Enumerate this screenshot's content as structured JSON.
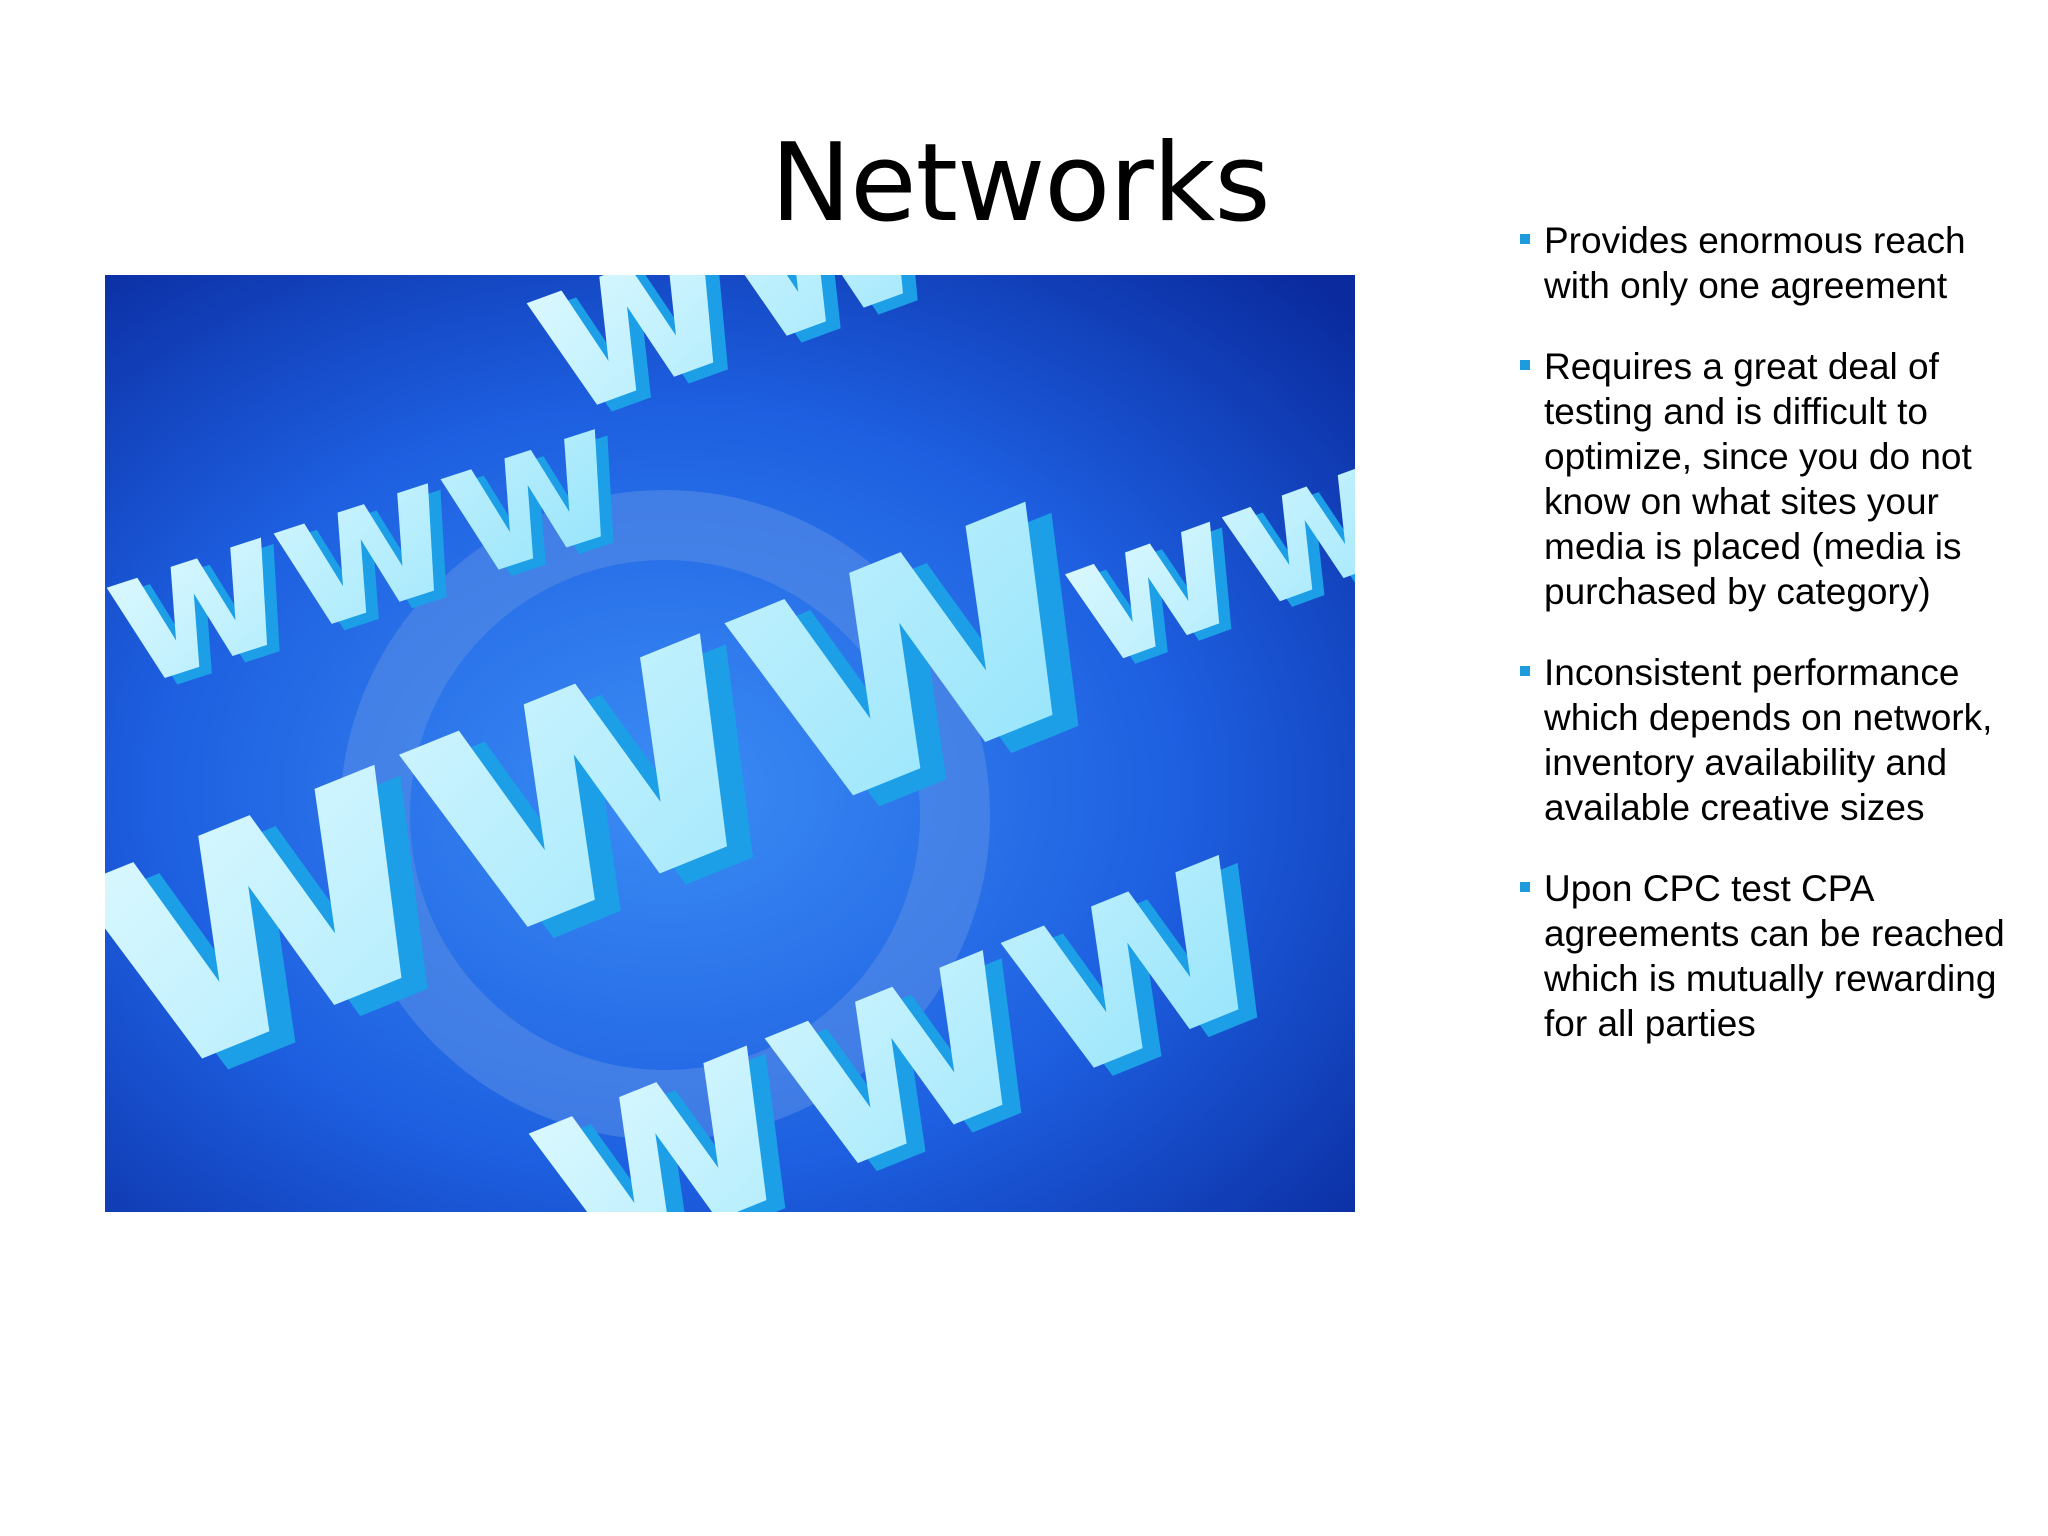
{
  "slide": {
    "title": "Networks",
    "bullets": [
      "Provides enormous reach with only one agreement",
      "Requires a great deal of testing and is difficult to optimize, since you do not know on what sites your media is placed (media is purchased by category)",
      "Inconsistent performance which depends on network, inventory availability and available creative sizes",
      "Upon CPC test CPA agreements can be reached which is mutually rewarding for all parties"
    ]
  },
  "image": {
    "text": "www",
    "colors": {
      "background_dark": "#0a2a9e",
      "background_light": "#2a78ee",
      "letter_face": "#aef0ff",
      "letter_side": "#1c9fe6",
      "bullet": "#1e9bdc"
    }
  }
}
